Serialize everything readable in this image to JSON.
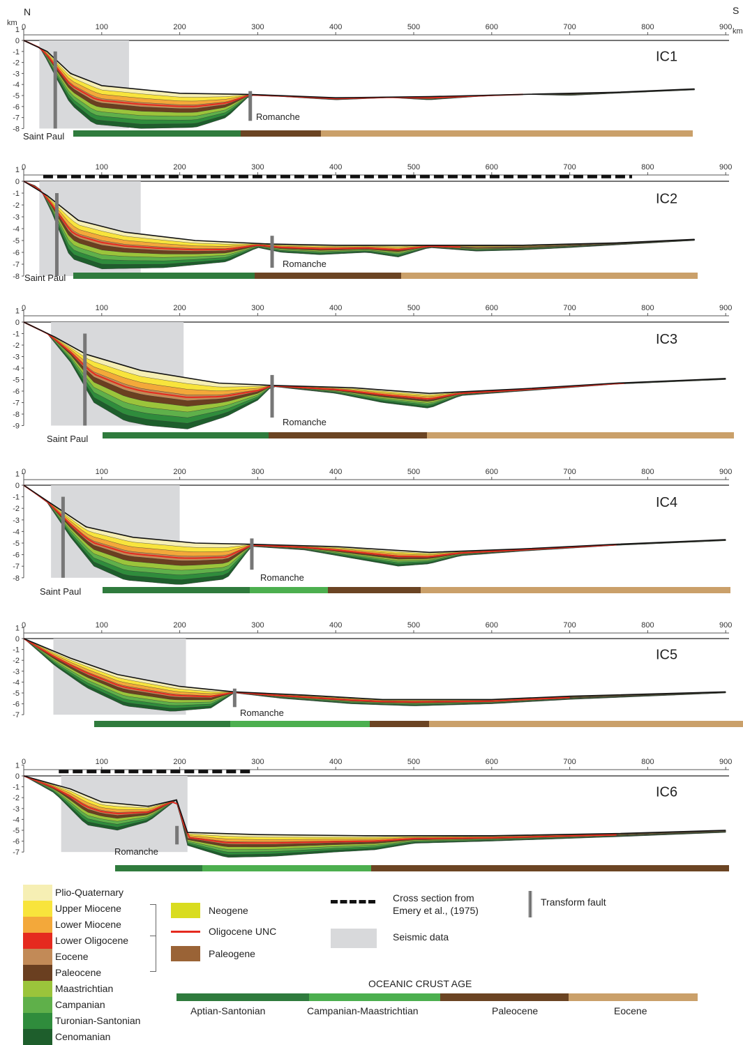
{
  "direction": {
    "north": "N",
    "south": "S"
  },
  "axis": {
    "unit_km": "km",
    "unit_km_truncated": "km",
    "x_ticks": [
      "0",
      "100",
      "200",
      "300",
      "400",
      "500",
      "600",
      "700",
      "800",
      "900"
    ]
  },
  "sections": [
    {
      "id": "IC1",
      "depth_ticks": [
        "1",
        "0",
        "-1",
        "-2",
        "-3",
        "-4",
        "-5",
        "-6",
        "-7",
        "-8"
      ],
      "labels": {
        "west_fault": "Saint Paul",
        "east_fault": "Romanche"
      },
      "emery_cross_section_km": null
    },
    {
      "id": "IC2",
      "depth_ticks": [
        "1",
        "0",
        "-1",
        "-2",
        "-3",
        "-4",
        "-5",
        "-6",
        "-7",
        "-8"
      ],
      "labels": {
        "west_fault": "Saint Paul",
        "east_fault": "Romanche"
      },
      "emery_cross_section_km": [
        25,
        780
      ]
    },
    {
      "id": "IC3",
      "depth_ticks": [
        "1",
        "0",
        "-1",
        "-2",
        "-3",
        "-4",
        "-5",
        "-6",
        "-7",
        "-8",
        "-9"
      ],
      "labels": {
        "west_fault": "Saint Paul",
        "east_fault": "Romanche"
      },
      "emery_cross_section_km": null
    },
    {
      "id": "IC4",
      "depth_ticks": [
        "1",
        "0",
        "-1",
        "-2",
        "-3",
        "-4",
        "-5",
        "-6",
        "-7",
        "-8"
      ],
      "labels": {
        "west_fault": "Saint Paul",
        "east_fault": "Romanche"
      },
      "emery_cross_section_km": null
    },
    {
      "id": "IC5",
      "depth_ticks": [
        "1",
        "0",
        "-1",
        "-2",
        "-3",
        "-4",
        "-5",
        "-6",
        "-7"
      ],
      "labels": {
        "west_fault": "",
        "east_fault": "Romanche"
      },
      "emery_cross_section_km": null
    },
    {
      "id": "IC6",
      "depth_ticks": [
        "1",
        "0",
        "-1",
        "-2",
        "-3",
        "-4",
        "-5",
        "-6",
        "-7"
      ],
      "labels": {
        "west_fault": "",
        "east_fault": "Romanche"
      },
      "emery_cross_section_km": [
        45,
        290
      ]
    }
  ],
  "legend": {
    "stratigraphy": [
      {
        "label": "Plio-Quaternary",
        "color": "#f6efb4"
      },
      {
        "label": "Upper Miocene",
        "color": "#f8e43c"
      },
      {
        "label": "Lower Miocene",
        "color": "#f3a83a"
      },
      {
        "label": "Lower Oligocene",
        "color": "#e52a1f"
      },
      {
        "label": "Eocene",
        "color": "#c28a57"
      },
      {
        "label": "Paleocene",
        "color": "#6a3f20"
      },
      {
        "label": "Maastrichtian",
        "color": "#9bc43b"
      },
      {
        "label": "Campanian",
        "color": "#5fb04a"
      },
      {
        "label": "Turonian-Santonian",
        "color": "#2f8c3c"
      },
      {
        "label": "Cenomanian",
        "color": "#1e5e2c"
      }
    ],
    "groups": [
      {
        "label": "Neogene",
        "color": "#d9dc1f",
        "kind": "box"
      },
      {
        "label": "Oligocene UNC",
        "color": "#e52a1f",
        "kind": "line"
      },
      {
        "label": "Paleogene",
        "color": "#9a6336",
        "kind": "box"
      }
    ],
    "cross_section_label": "Cross section from\nEmery et al., (1975)",
    "seismic_label": "Seismic data",
    "fault_label": "Transform fault",
    "crust_age_title": "OCEANIC CRUST AGE",
    "crust_ages": [
      {
        "label": "Aptian-Santonian",
        "color": "#2f7b3d"
      },
      {
        "label": "Campanian-Maastrichtian",
        "color": "#4caf4f"
      },
      {
        "label": "Paleocene",
        "color": "#6b4423"
      },
      {
        "label": "Eocene",
        "color": "#caa06a"
      }
    ]
  }
}
